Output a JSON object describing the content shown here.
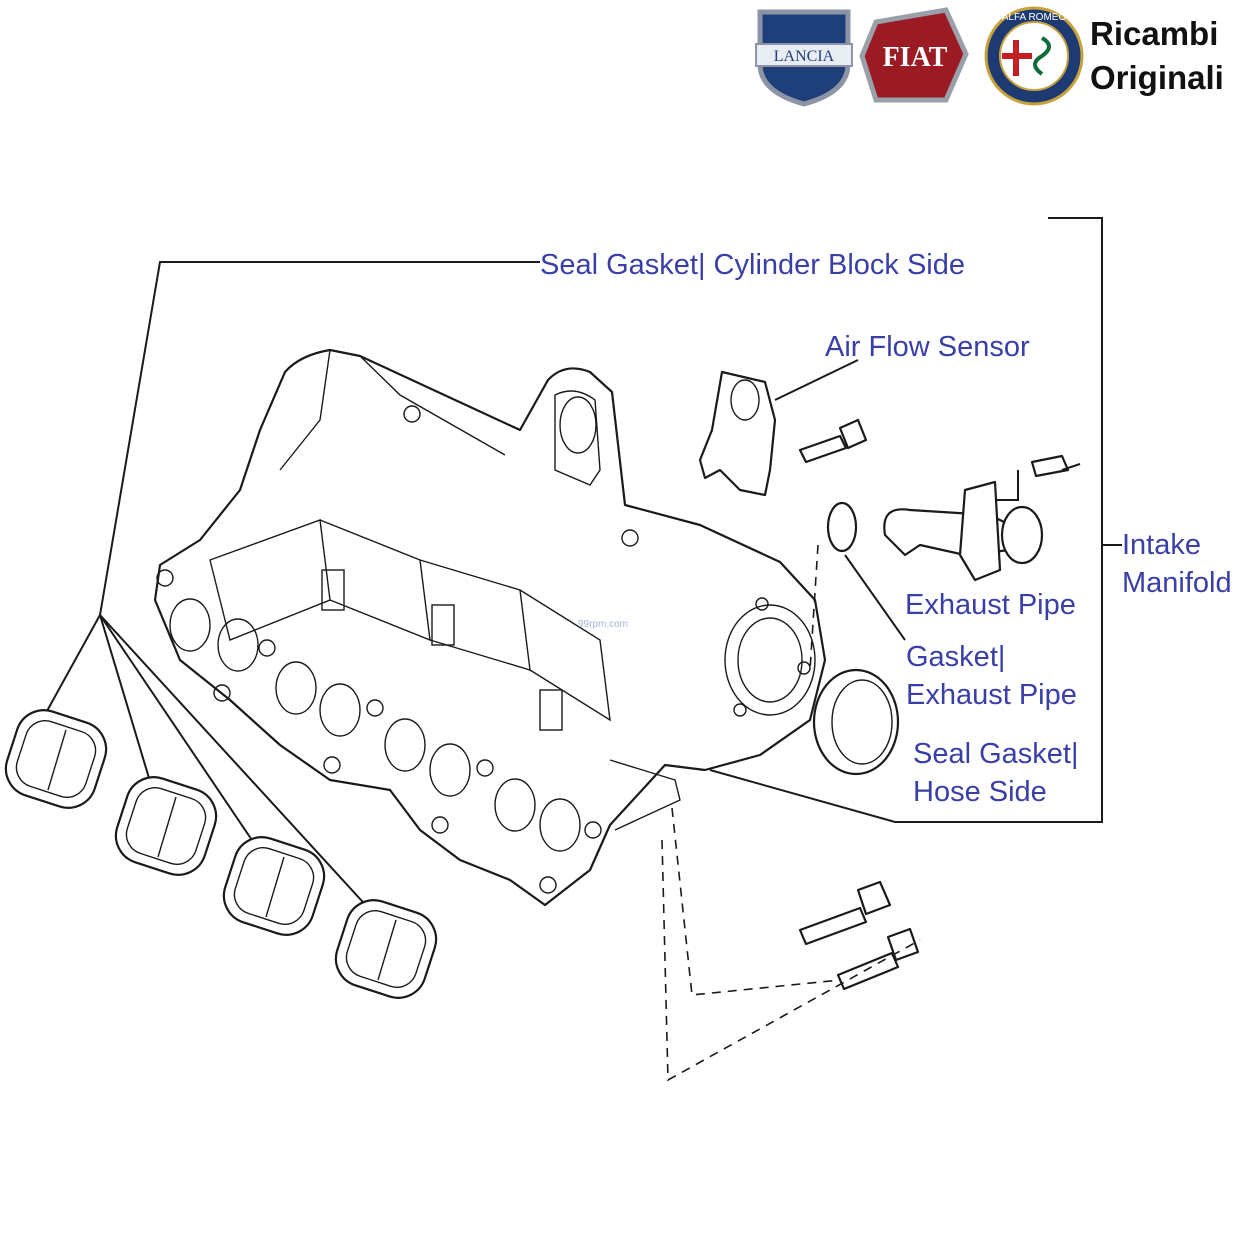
{
  "brand": {
    "logos": [
      "LANCIA",
      "FIAT",
      "ALFA ROMEO"
    ],
    "title_line1": "Ricambi",
    "title_line2": "Originali",
    "colors": {
      "lancia": "#1f3f7a",
      "fiat": "#9b1b24",
      "alfa": "#1e3a73"
    }
  },
  "watermark": "99rpm.com",
  "labels": {
    "seal_gasket_cylinder": "Seal Gasket| Cylinder Block Side",
    "air_flow_sensor": "Air Flow Sensor",
    "intake_line1": "Intake",
    "intake_line2": "Manifold",
    "exhaust_pipe": "Exhaust Pipe",
    "gasket_line1": "Gasket|",
    "gasket_line2": "Exhaust Pipe",
    "seal_hose_line1": "Seal Gasket|",
    "seal_hose_line2": "Hose Side"
  },
  "label_color": "#3a3fa8"
}
